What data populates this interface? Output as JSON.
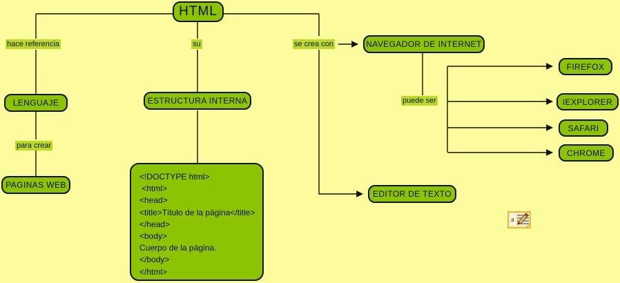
{
  "diagram": {
    "title": "HTML",
    "background_color": "#FCFC9E",
    "node_fill_color": "#8CC404",
    "label_fill_color": "#B9DC23",
    "stroke_color": "#111108",
    "nodes": [
      {
        "id": "html",
        "label": "HTML"
      },
      {
        "id": "lenguaje",
        "label": "LENGUAJE"
      },
      {
        "id": "paginas_web",
        "label": "PAGINAS WEB"
      },
      {
        "id": "estructura",
        "label": "ESTRUCTURA INTERNA"
      },
      {
        "id": "navegador",
        "label": "NAVEGADOR DE INTERNET"
      },
      {
        "id": "editor",
        "label": "EDITOR DE TEXTO"
      },
      {
        "id": "firefox",
        "label": "FIREFOX"
      },
      {
        "id": "iexplorer",
        "label": "IEXPLORER"
      },
      {
        "id": "safari",
        "label": "SAFARI"
      },
      {
        "id": "chrome",
        "label": "CHROME"
      }
    ],
    "link_labels": [
      {
        "id": "hace_referencia",
        "label": "hace referencia"
      },
      {
        "id": "su",
        "label": "su"
      },
      {
        "id": "se_crea_con",
        "label": "se crea con"
      },
      {
        "id": "para_crear",
        "label": "para crear"
      },
      {
        "id": "puede_ser",
        "label": "puede ser"
      }
    ],
    "code_block": {
      "lines": [
        "<!DOCTYPE html>",
        " <html>",
        "<head>",
        "<title>Título de la página</title>",
        "</head>",
        "<body>",
        "Cuerpo de la página.",
        "</body>",
        "</html>"
      ]
    },
    "note_icon": {
      "name": "note-annotation-icon",
      "glyph_letter": "a"
    }
  }
}
